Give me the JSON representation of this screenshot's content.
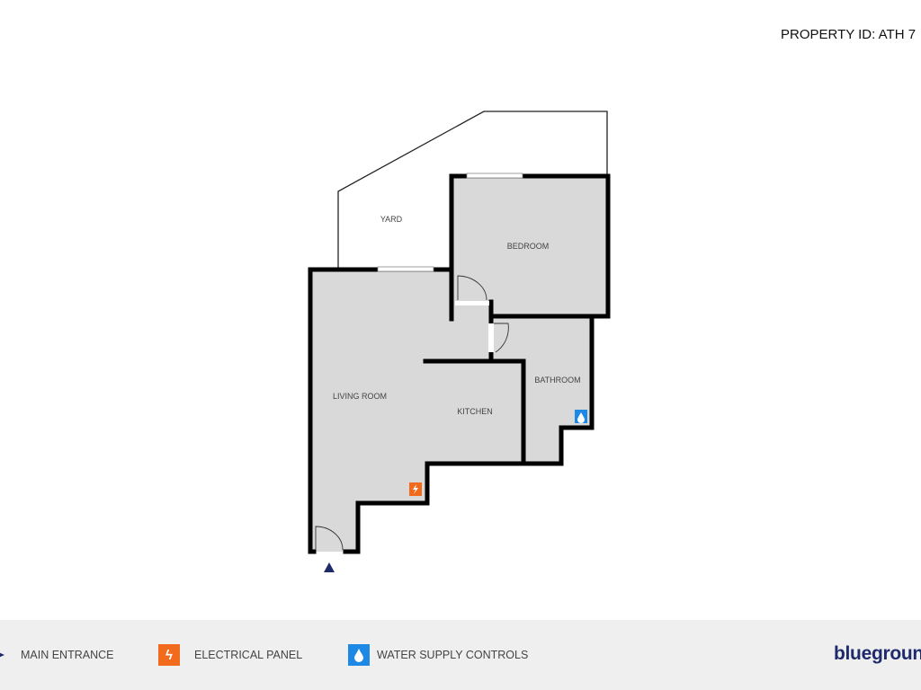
{
  "header": {
    "property_id": "PROPERTY ID: ATH 7"
  },
  "rooms": {
    "yard": "YARD",
    "bedroom": "BEDROOM",
    "living_room": "LIVING ROOM",
    "kitchen": "KITCHEN",
    "bathroom": "BATHROOM"
  },
  "legend": {
    "main_entrance": "MAIN ENTRANCE",
    "electrical_panel": "ELECTRICAL PANEL",
    "water_supply": "WATER SUPPLY CONTROLS"
  },
  "logo": "blueground",
  "colors": {
    "wall": "#000000",
    "floor": "#d9d9d9",
    "entrance": "#1e2a6b",
    "electrical": "#f26b1d",
    "water": "#1e88e5",
    "legend_bg": "#efefef"
  }
}
